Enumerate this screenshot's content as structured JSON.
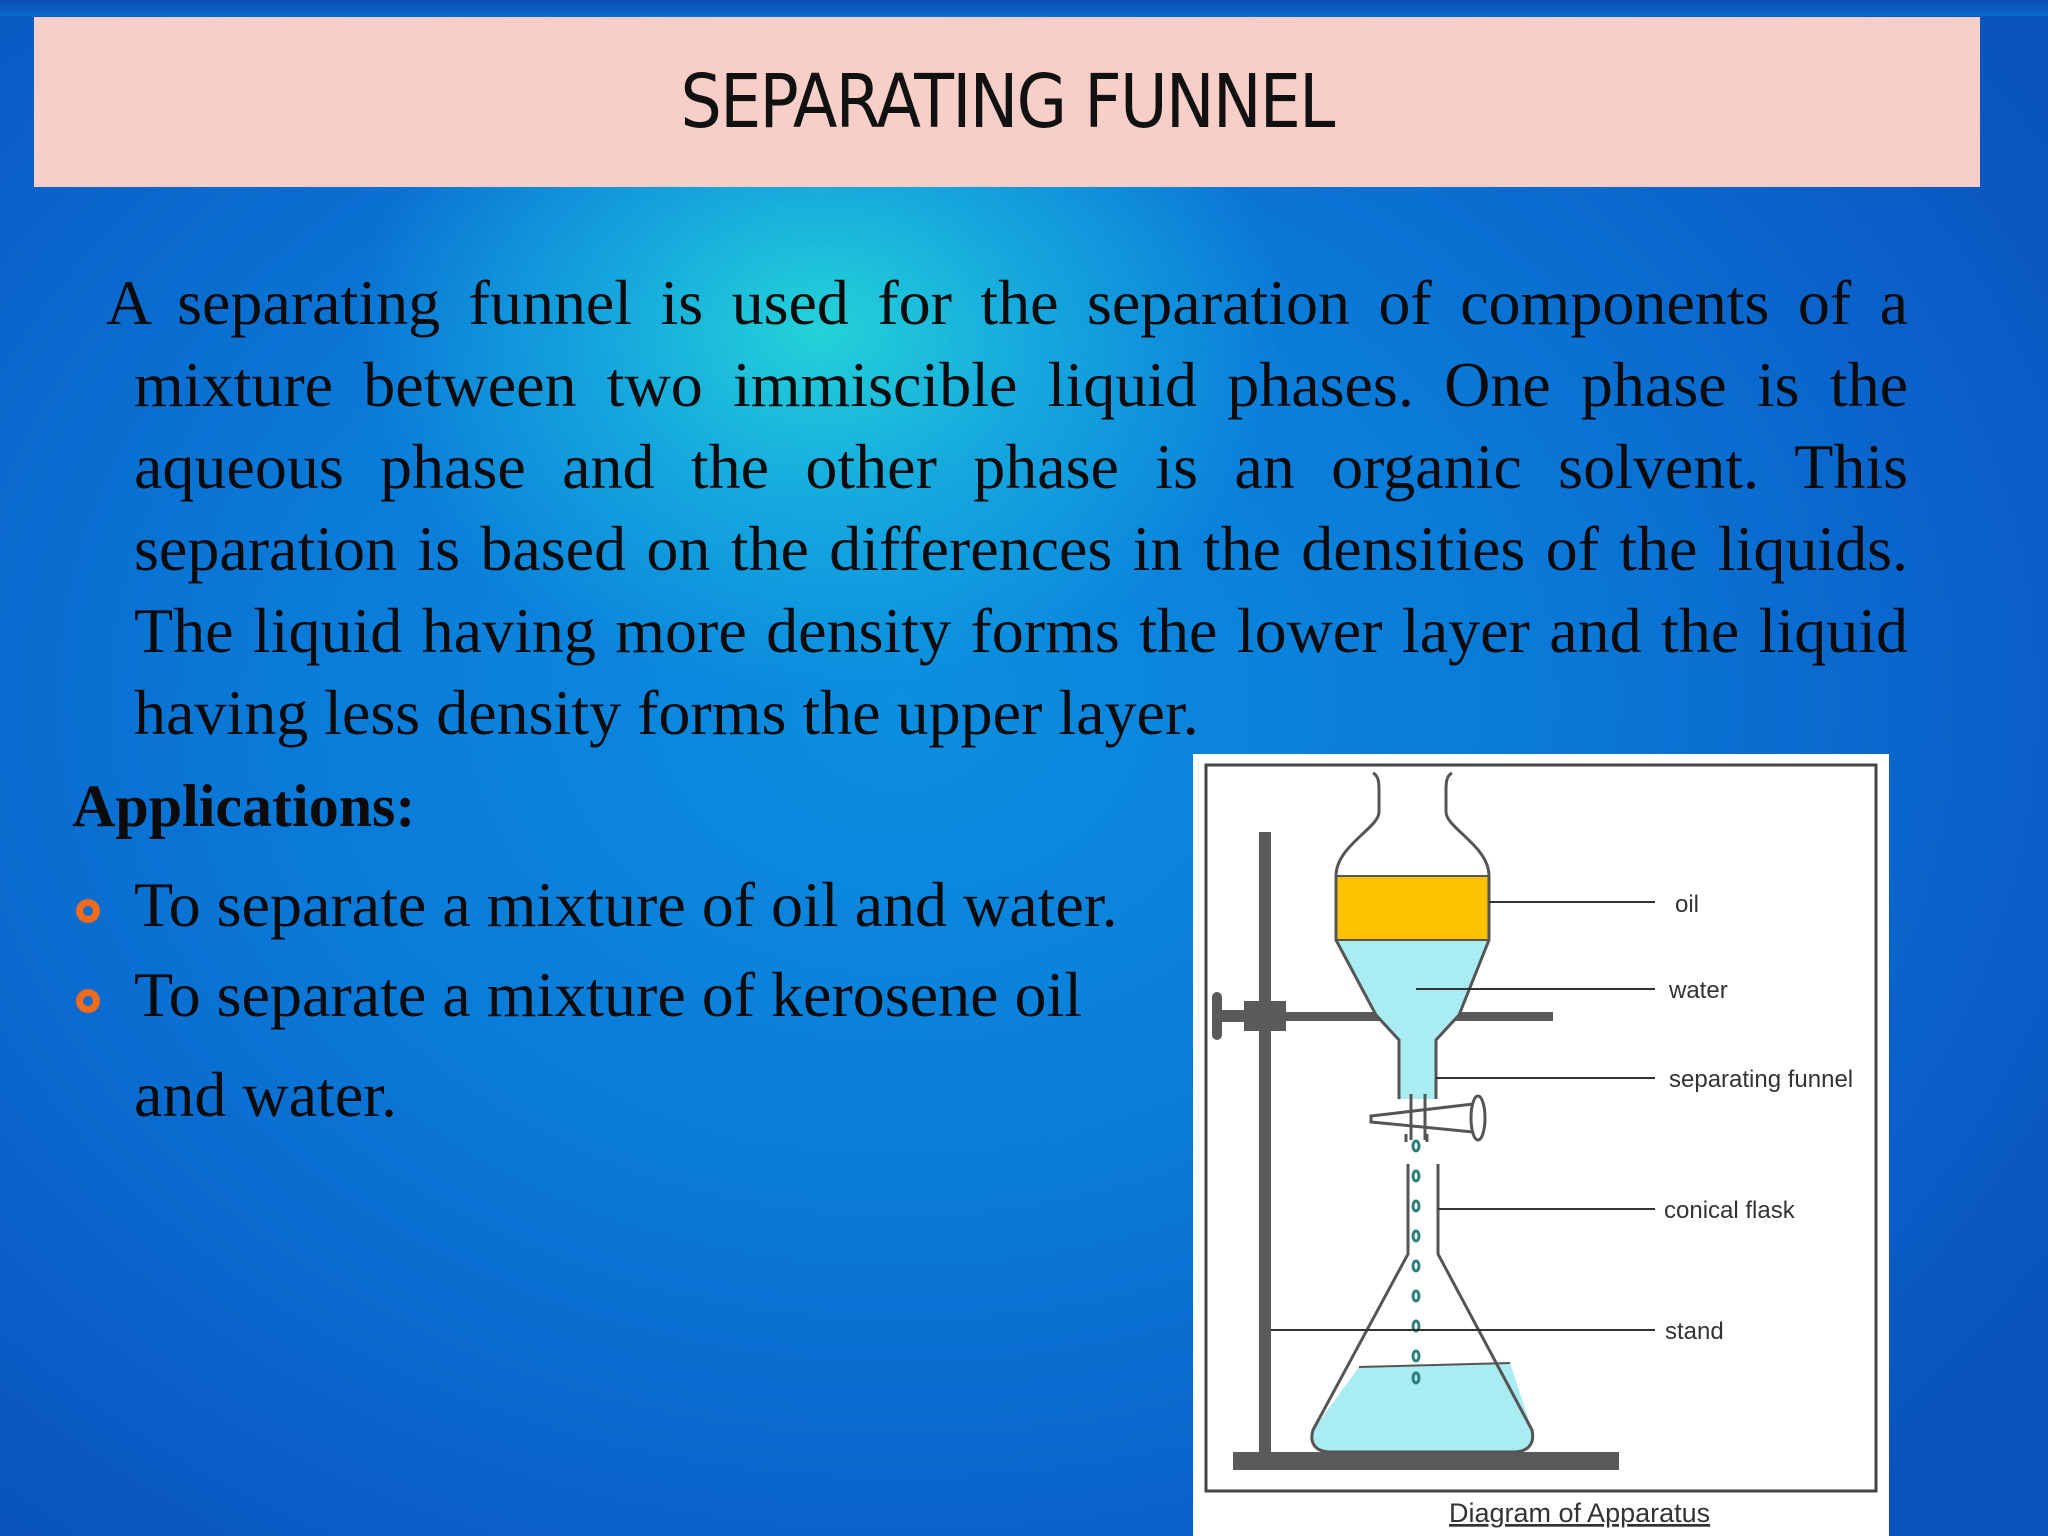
{
  "slide": {
    "title": "SEPARATING FUNNEL",
    "intro": "A separating funnel is used for the separation of components of a mixture between two immiscible liquid phases. One phase is the aqueous phase and the other phase is an organic solvent. This separation is based on the differences in the densities of the liquids. The liquid having more density forms the lower layer and the liquid having less density forms the upper layer.",
    "applications_heading": "Applications:",
    "applications": [
      "To separate a mixture of oil and water.",
      "To separate a mixture of kerosene oil",
      "and water."
    ],
    "bullet_color": "#f26a1b",
    "title_background": "#f7cec8"
  },
  "diagram": {
    "labels": {
      "oil": "oil",
      "water": "water",
      "funnel": "separating funnel",
      "flask": "conical flask",
      "stand": "stand"
    },
    "caption": "Diagram of Apparatus",
    "colors": {
      "oil": "#fcc200",
      "water": "#a9ecf2",
      "stand": "#555555"
    }
  }
}
